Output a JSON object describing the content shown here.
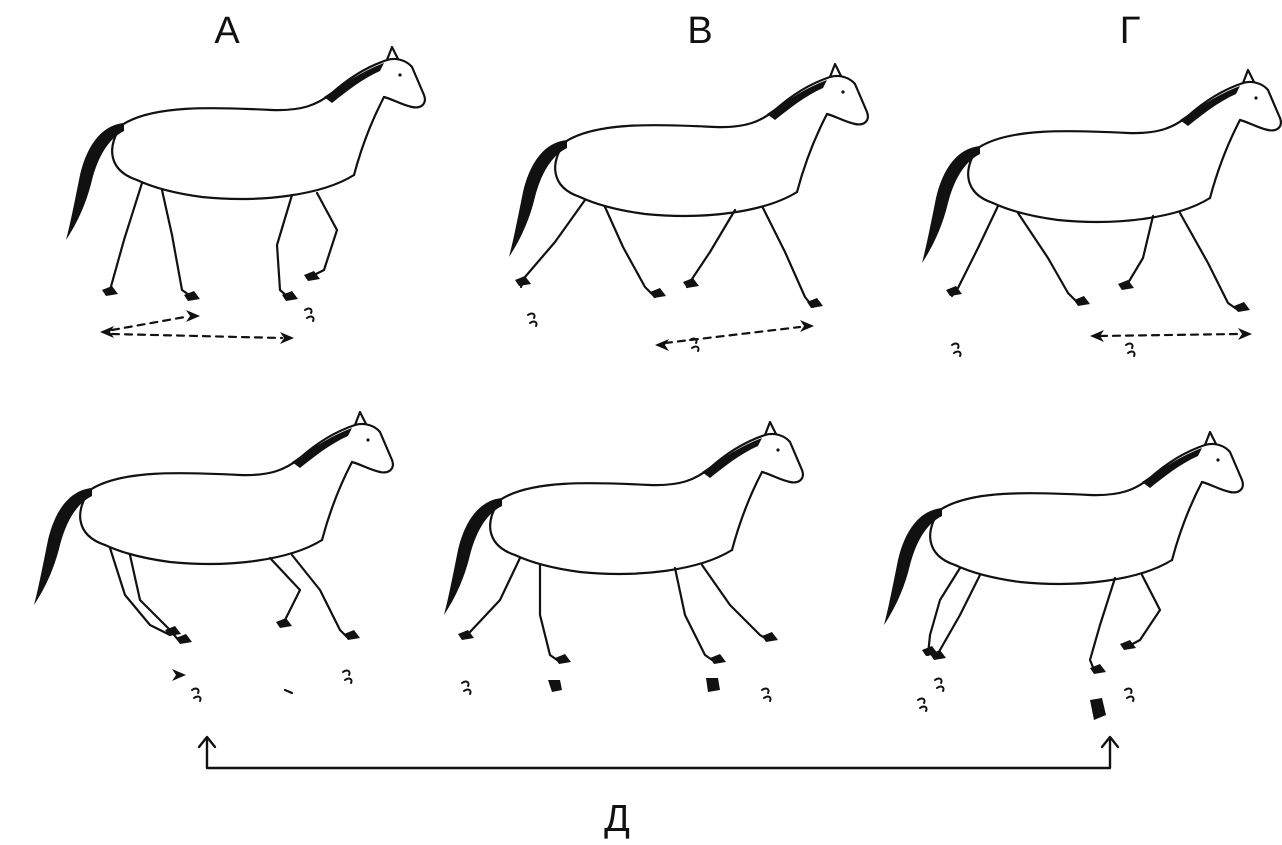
{
  "labels": {
    "a": "А",
    "v": "В",
    "g": "Г",
    "d": "Д"
  },
  "colors": {
    "ink": "#111111",
    "background": "#ffffff"
  },
  "figures": [
    {
      "id": "top-a",
      "row": 1,
      "column": "А"
    },
    {
      "id": "top-v",
      "row": 1,
      "column": "В"
    },
    {
      "id": "top-g",
      "row": 1,
      "column": "Г"
    },
    {
      "id": "bottom-1",
      "row": 2
    },
    {
      "id": "bottom-2",
      "row": 2
    },
    {
      "id": "bottom-3",
      "row": 2
    }
  ]
}
